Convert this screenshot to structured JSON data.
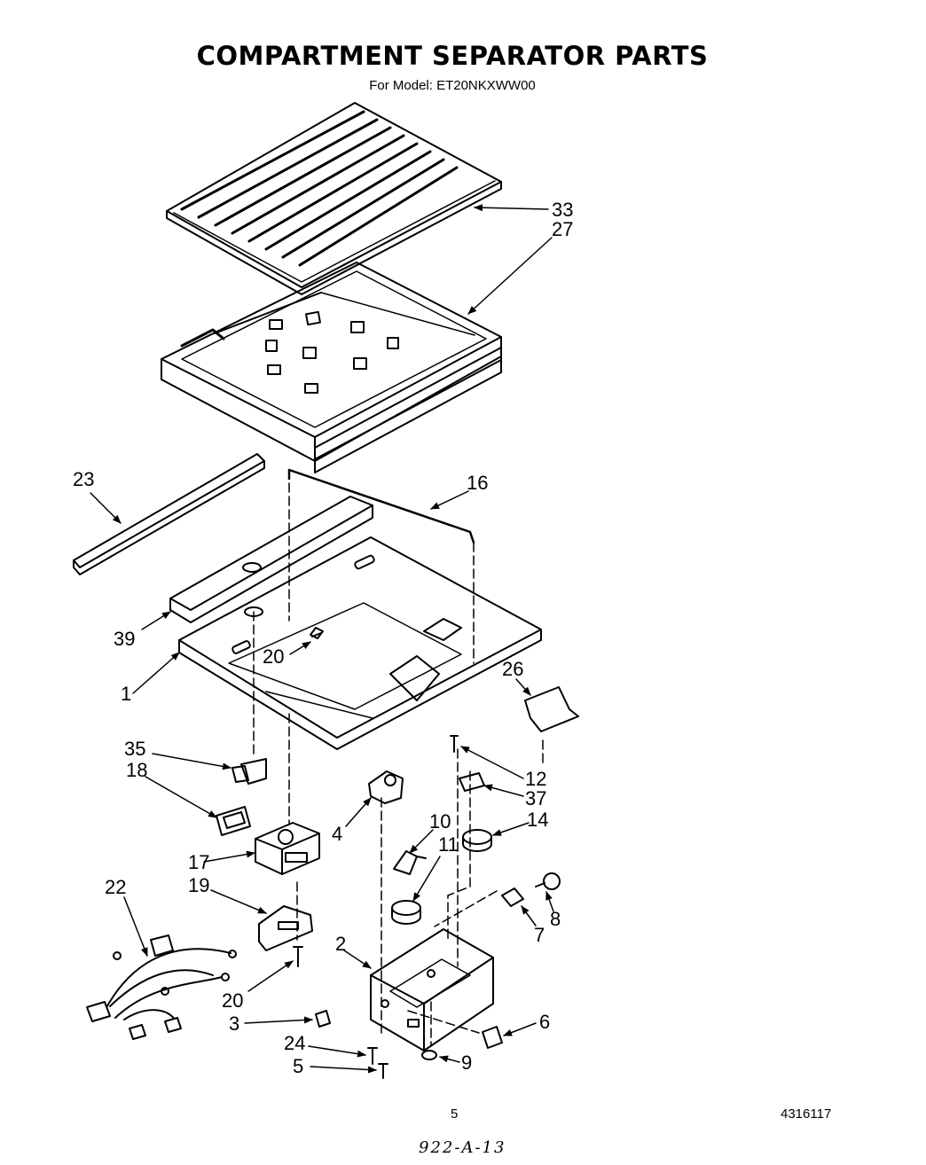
{
  "header": {
    "title": "COMPARTMENT SEPARATOR PARTS",
    "model_line": "For Model: ET20NKXWW00"
  },
  "callouts": {
    "c33": "33",
    "c27": "27",
    "c23": "23",
    "c16": "16",
    "c39": "39",
    "c20a": "20",
    "c1": "1",
    "c26": "26",
    "c35": "35",
    "c18": "18",
    "c12": "12",
    "c37": "37",
    "c4": "4",
    "c10": "10",
    "c14": "14",
    "c11": "11",
    "c17": "17",
    "c22": "22",
    "c19": "19",
    "c8": "8",
    "c7": "7",
    "c2": "2",
    "c20b": "20",
    "c3": "3",
    "c6": "6",
    "c24": "24",
    "c9": "9",
    "c5": "5"
  },
  "footer": {
    "page_number": "5",
    "document_number": "4316117",
    "handwritten_ref": "922-A-13"
  }
}
